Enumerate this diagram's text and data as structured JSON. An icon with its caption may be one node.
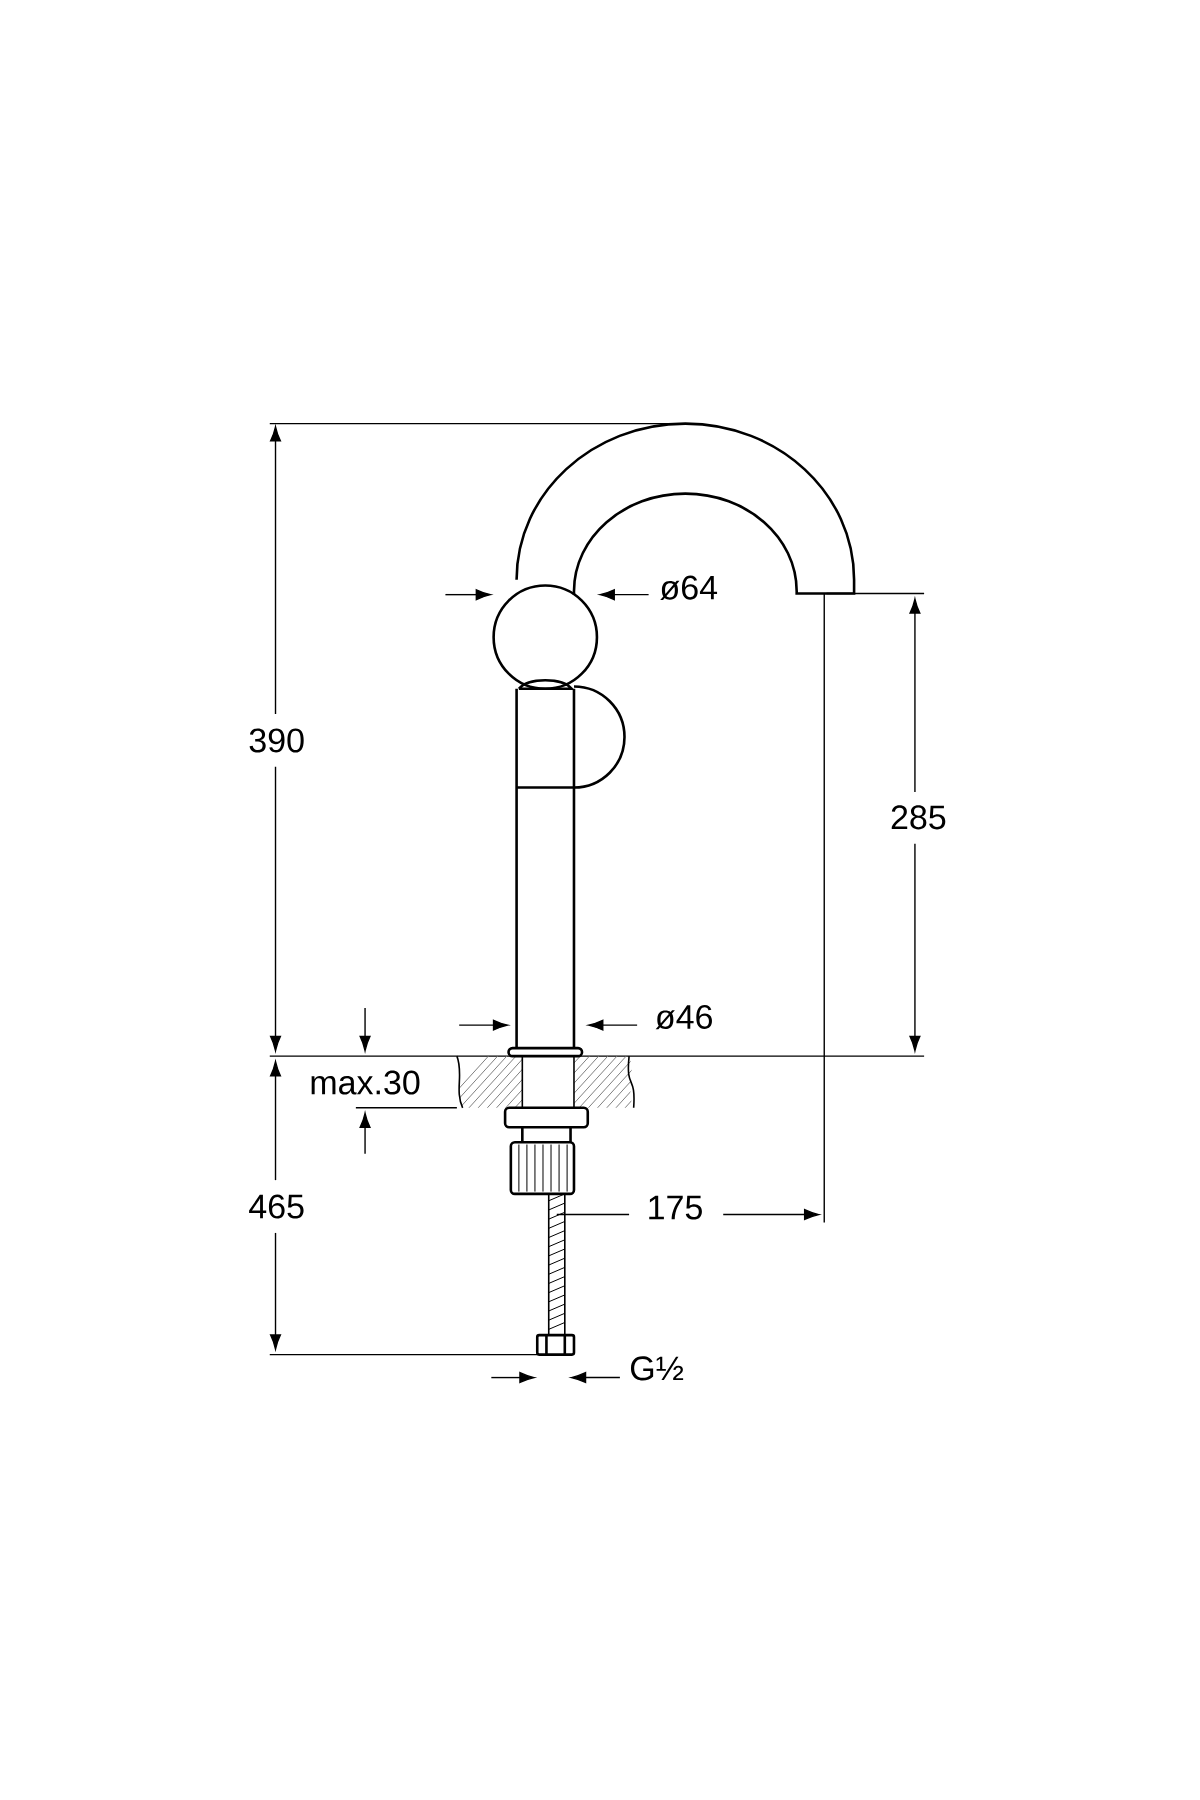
{
  "diagram": {
    "labels": [
      "390",
      "ø64",
      "285",
      "ø46",
      "max.30",
      "465",
      "175",
      "G½"
    ]
  }
}
